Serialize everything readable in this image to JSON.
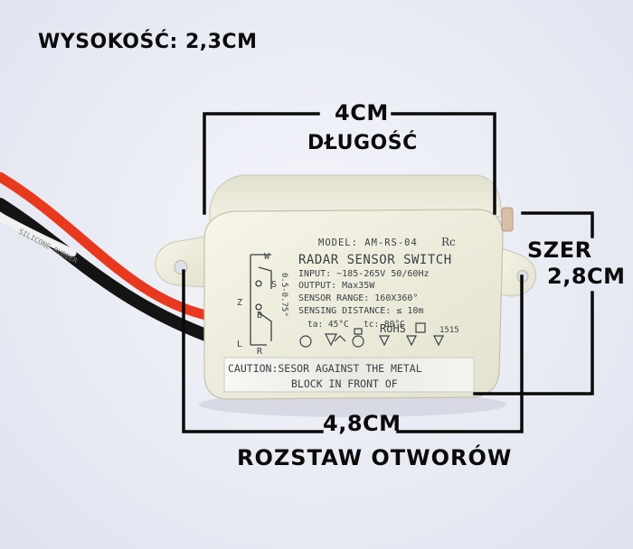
{
  "dimensions": {
    "height_label": "WYSOKOŚĆ: 2,3CM",
    "length_value": "4CM",
    "length_label": "DŁUGOŚĆ",
    "width_label": "SZER",
    "width_value": "2,8CM",
    "hole_spacing_value": "4,8CM",
    "hole_spacing_label": "ROZSTAW OTWORÓW"
  },
  "device": {
    "model": "MODEL: AM-RS-04",
    "title": "RADAR SENSOR SWITCH",
    "input": "INPUT: ~185-265V  50/60Hz",
    "output": "OUTPUT: Max35W",
    "sensor_range": "SENSOR RANGE: 160X360°",
    "sensing_distance": "SENSING DISTANCE: ≤ 10m",
    "ta": "ta: 45°C",
    "tc": "tc: 80°C",
    "rohs": "RoHS",
    "code": "1515",
    "caution_line1": "CAUTION:SESOR AGAINST THE METAL",
    "caution_line2": "BLOCK IN FRONT OF",
    "dial_label": "0.5-0.75°",
    "switch_w": "W",
    "switch_s": "S",
    "switch_b": "B",
    "switch_l": "L",
    "switch_r": "R",
    "switch_z": "Z"
  },
  "cable": {
    "text": "SILICONE RUBBER"
  },
  "colors": {
    "red_wire": "#e8391f",
    "black_wire": "#141414",
    "housing": "#efeedd",
    "marking_text": "#3a3f45",
    "dimension_line": "#0a0a0a"
  }
}
